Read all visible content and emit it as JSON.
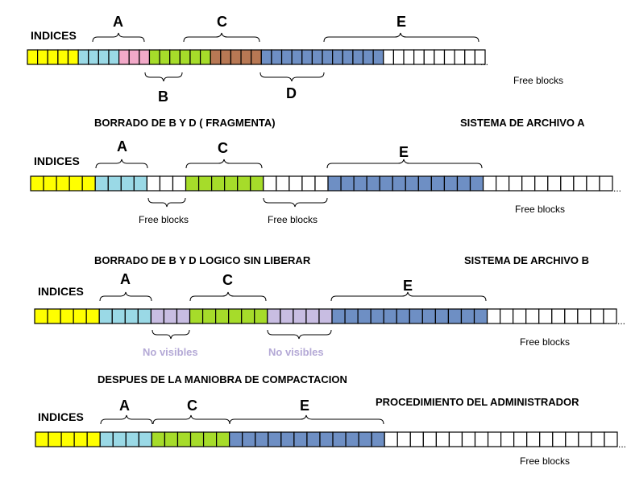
{
  "colors": {
    "yellow": "#ffff00",
    "cyan": "#9ad9e6",
    "pink": "#f2a9c8",
    "green": "#a6dc2a",
    "brown": "#b87854",
    "blue": "#6e8fc4",
    "lavender": "#c8bde2",
    "white": "#ffffff",
    "no_visible_text": "#b4a9d6"
  },
  "continuation": "...",
  "rows": [
    {
      "indices_label": "INDICES",
      "headings": [],
      "segments": [
        {
          "color": "yellow",
          "count": 5
        },
        {
          "color": "cyan",
          "count": 4
        },
        {
          "color": "pink",
          "count": 3
        },
        {
          "color": "green",
          "count": 6
        },
        {
          "color": "brown",
          "count": 5
        },
        {
          "color": "blue",
          "count": 12
        },
        {
          "color": "white",
          "count": 10
        }
      ],
      "brace_labels": {
        "a": "A",
        "b": "B",
        "c": "C",
        "d": "D",
        "e": "E"
      },
      "free_blocks": "Free blocks"
    },
    {
      "indices_label": "INDICES",
      "headings": [
        "BORRADO DE B Y D ( FRAGMENTA)",
        "SISTEMA DE ARCHIVO A"
      ],
      "segments": [
        {
          "color": "yellow",
          "count": 5
        },
        {
          "color": "cyan",
          "count": 4
        },
        {
          "color": "white",
          "count": 3
        },
        {
          "color": "green",
          "count": 6
        },
        {
          "color": "white",
          "count": 5
        },
        {
          "color": "blue",
          "count": 12
        },
        {
          "color": "white",
          "count": 10
        }
      ],
      "brace_labels": {
        "a": "A",
        "c": "C",
        "e": "E"
      },
      "gap_labels": [
        "Free blocks",
        "Free blocks"
      ],
      "free_blocks": "Free blocks"
    },
    {
      "indices_label": "INDICES",
      "headings": [
        "BORRADO DE B Y D LOGICO SIN LIBERAR",
        "SISTEMA DE ARCHIVO B"
      ],
      "segments": [
        {
          "color": "yellow",
          "count": 5
        },
        {
          "color": "cyan",
          "count": 4
        },
        {
          "color": "lavender",
          "count": 3
        },
        {
          "color": "green",
          "count": 6
        },
        {
          "color": "lavender",
          "count": 5
        },
        {
          "color": "blue",
          "count": 12
        },
        {
          "color": "white",
          "count": 10
        }
      ],
      "brace_labels": {
        "a": "A",
        "c": "C",
        "e": "E"
      },
      "gap_labels": [
        "No visibles",
        "No visibles"
      ],
      "free_blocks": "Free blocks"
    },
    {
      "indices_label": "INDICES",
      "headings": [
        "DESPUES DE LA MANIOBRA DE COMPACTACION",
        "PROCEDIMIENTO DEL ADMINISTRADOR"
      ],
      "segments": [
        {
          "color": "yellow",
          "count": 5
        },
        {
          "color": "cyan",
          "count": 4
        },
        {
          "color": "green",
          "count": 6
        },
        {
          "color": "blue",
          "count": 12
        },
        {
          "color": "white",
          "count": 18
        }
      ],
      "brace_labels": {
        "a": "A",
        "c": "C",
        "e": "E"
      },
      "free_blocks": "Free blocks"
    }
  ]
}
